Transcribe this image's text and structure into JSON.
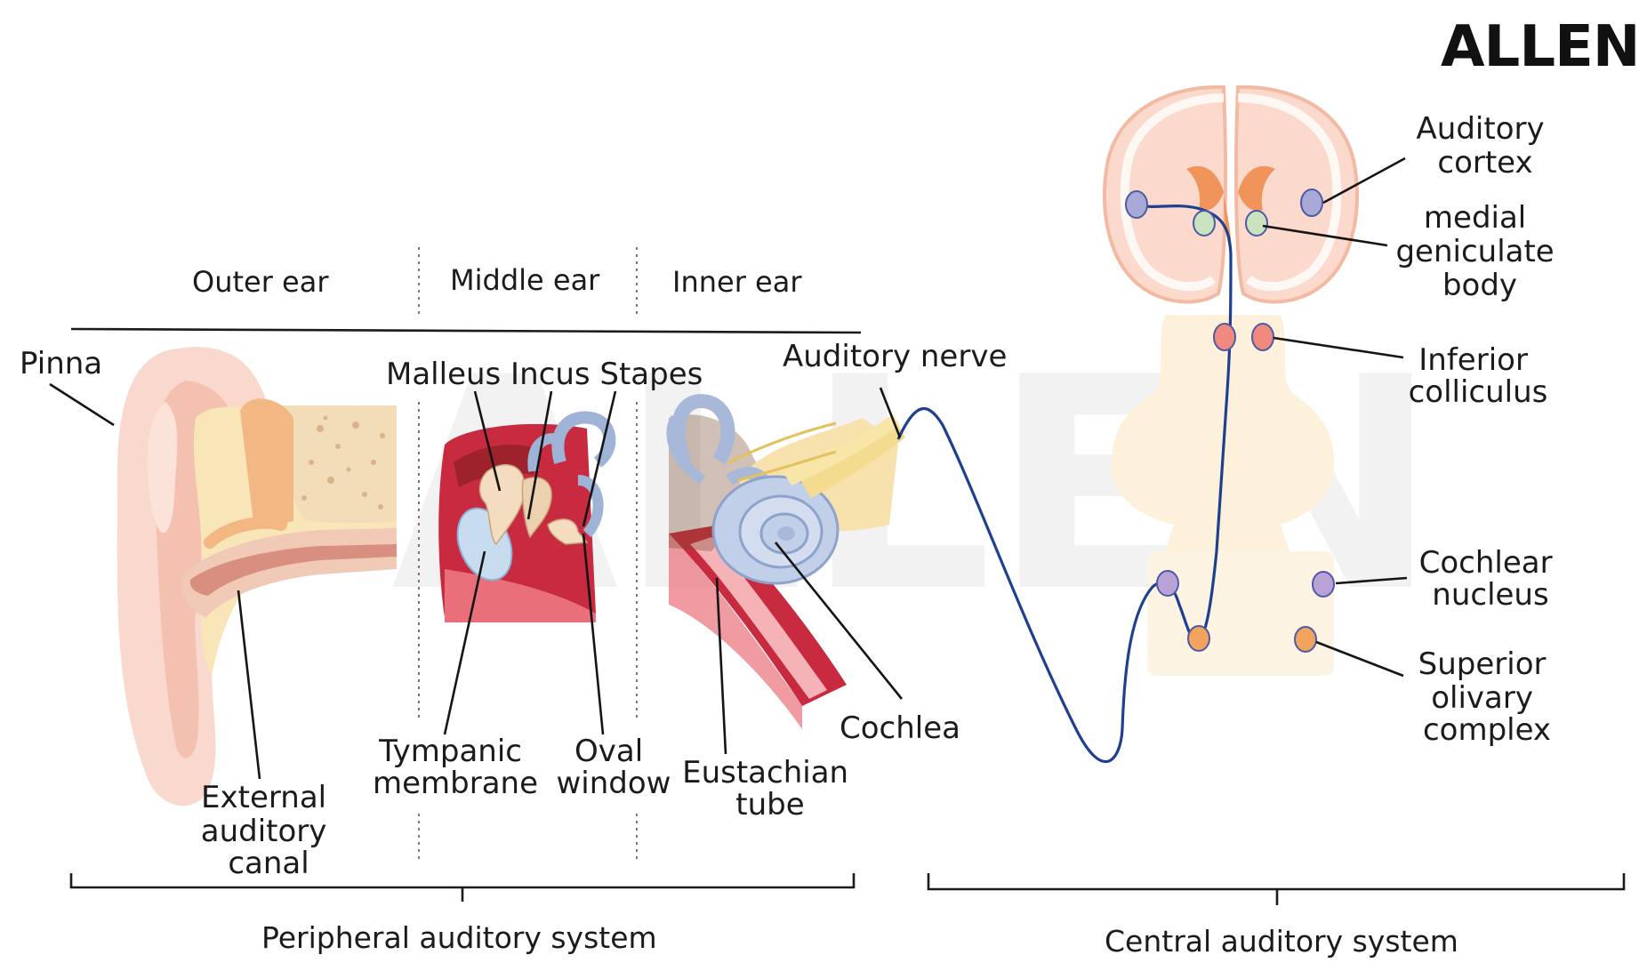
{
  "brand": "ALLEN",
  "sections": {
    "outer_ear": "Outer ear",
    "middle_ear": "Middle ear",
    "inner_ear": "Inner ear"
  },
  "labels": {
    "pinna": "Pinna",
    "ossicles": "Malleus Incus Stapes",
    "auditory_nerve": "Auditory nerve",
    "external_auditory_canal": [
      "External",
      "auditory",
      "canal"
    ],
    "tympanic_membrane": [
      "Tympanic",
      "membrane"
    ],
    "oval_window": [
      "Oval",
      "window"
    ],
    "eustachian_tube": [
      "Eustachian",
      "tube"
    ],
    "cochlea": "Cochlea",
    "auditory_cortex": [
      "Auditory",
      "cortex"
    ],
    "medial_geniculate_body": [
      "medial",
      "geniculate",
      "body"
    ],
    "inferior_colliculus": [
      "Inferior",
      "colliculus"
    ],
    "cochlear_nucleus": [
      "Cochlear",
      "nucleus"
    ],
    "superior_olivary_complex": [
      "Superior",
      "olivary",
      "complex"
    ]
  },
  "systems": {
    "peripheral": "Peripheral auditory system",
    "central": "Central auditory system"
  },
  "colors": {
    "pathway": "#1f3f8f",
    "cortex_node": "#a9a9d8",
    "mgb_node": "#c9e3c0",
    "ic_node": "#f08a7e",
    "cn_node": "#b9a2d8",
    "soc_node": "#f2a35e"
  }
}
